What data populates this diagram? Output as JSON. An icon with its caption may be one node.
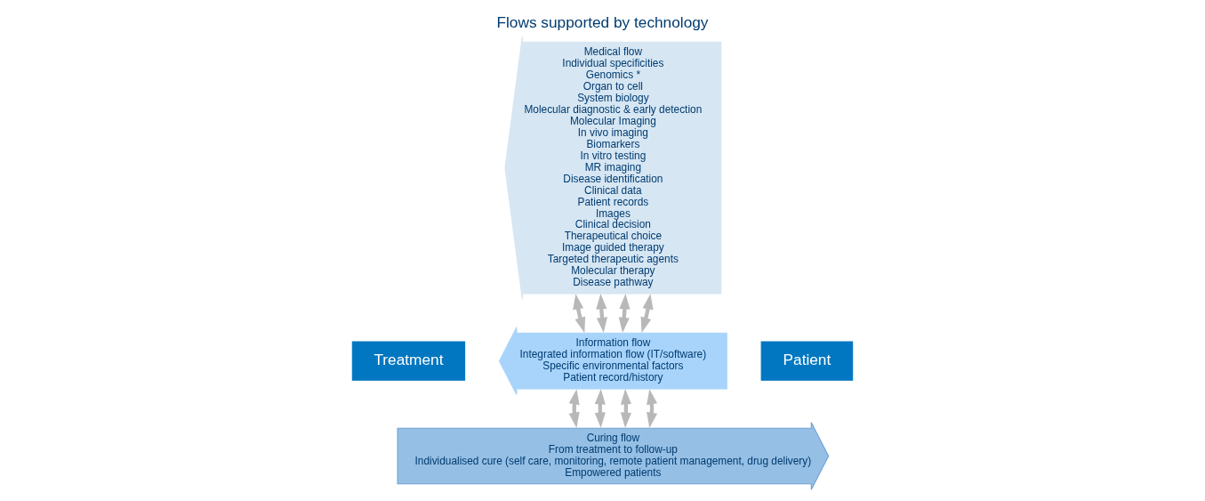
{
  "diagram": {
    "title": "Flows supported by technology",
    "nodes": [
      {
        "text": [
          "Treatment"
        ]
      },
      {
        "text": [
          "Medical flow",
          "Individual specificities",
          "Genomics *",
          "Organ to cell",
          "System biology",
          "Molecular diagnostic & early detection",
          "Molecular Imaging",
          "In vivo imaging",
          "Biomarkers",
          "In vitro testing",
          "MR imaging",
          "Disease identification",
          "Clinical data",
          "Patient records",
          "Images",
          "Clinical decision",
          "Therapeutical choice",
          "Image guided therapy",
          "Targeted therapeutic agents",
          "Molecular therapy",
          "Disease pathway"
        ]
      },
      {
        "text": [
          "Information flow",
          "Integrated information flow (IT/software)",
          "Specific environmental factors",
          "Patient record/history"
        ]
      },
      {
        "text": [
          "Curing flow",
          "From treatment to follow-up",
          "Individualised cure (self care, monitoring, remote patient management, drug delivery)",
          "Empowered patients"
        ]
      },
      {
        "text": [
          "Patient"
        ]
      }
    ],
    "edges": [
      {
        "from": 1,
        "to": 2,
        "arrow": "both"
      },
      {
        "from": 1,
        "to": 2,
        "arrow": "both"
      },
      {
        "from": 1,
        "to": 2,
        "arrow": "both"
      },
      {
        "from": 1,
        "to": 2,
        "arrow": "both"
      },
      {
        "from": 2,
        "to": 3,
        "arrow": "both"
      },
      {
        "from": 2,
        "to": 3,
        "arrow": "both"
      },
      {
        "from": 2,
        "to": 3,
        "arrow": "both"
      },
      {
        "from": 2,
        "to": 3,
        "arrow": "both"
      }
    ]
  }
}
